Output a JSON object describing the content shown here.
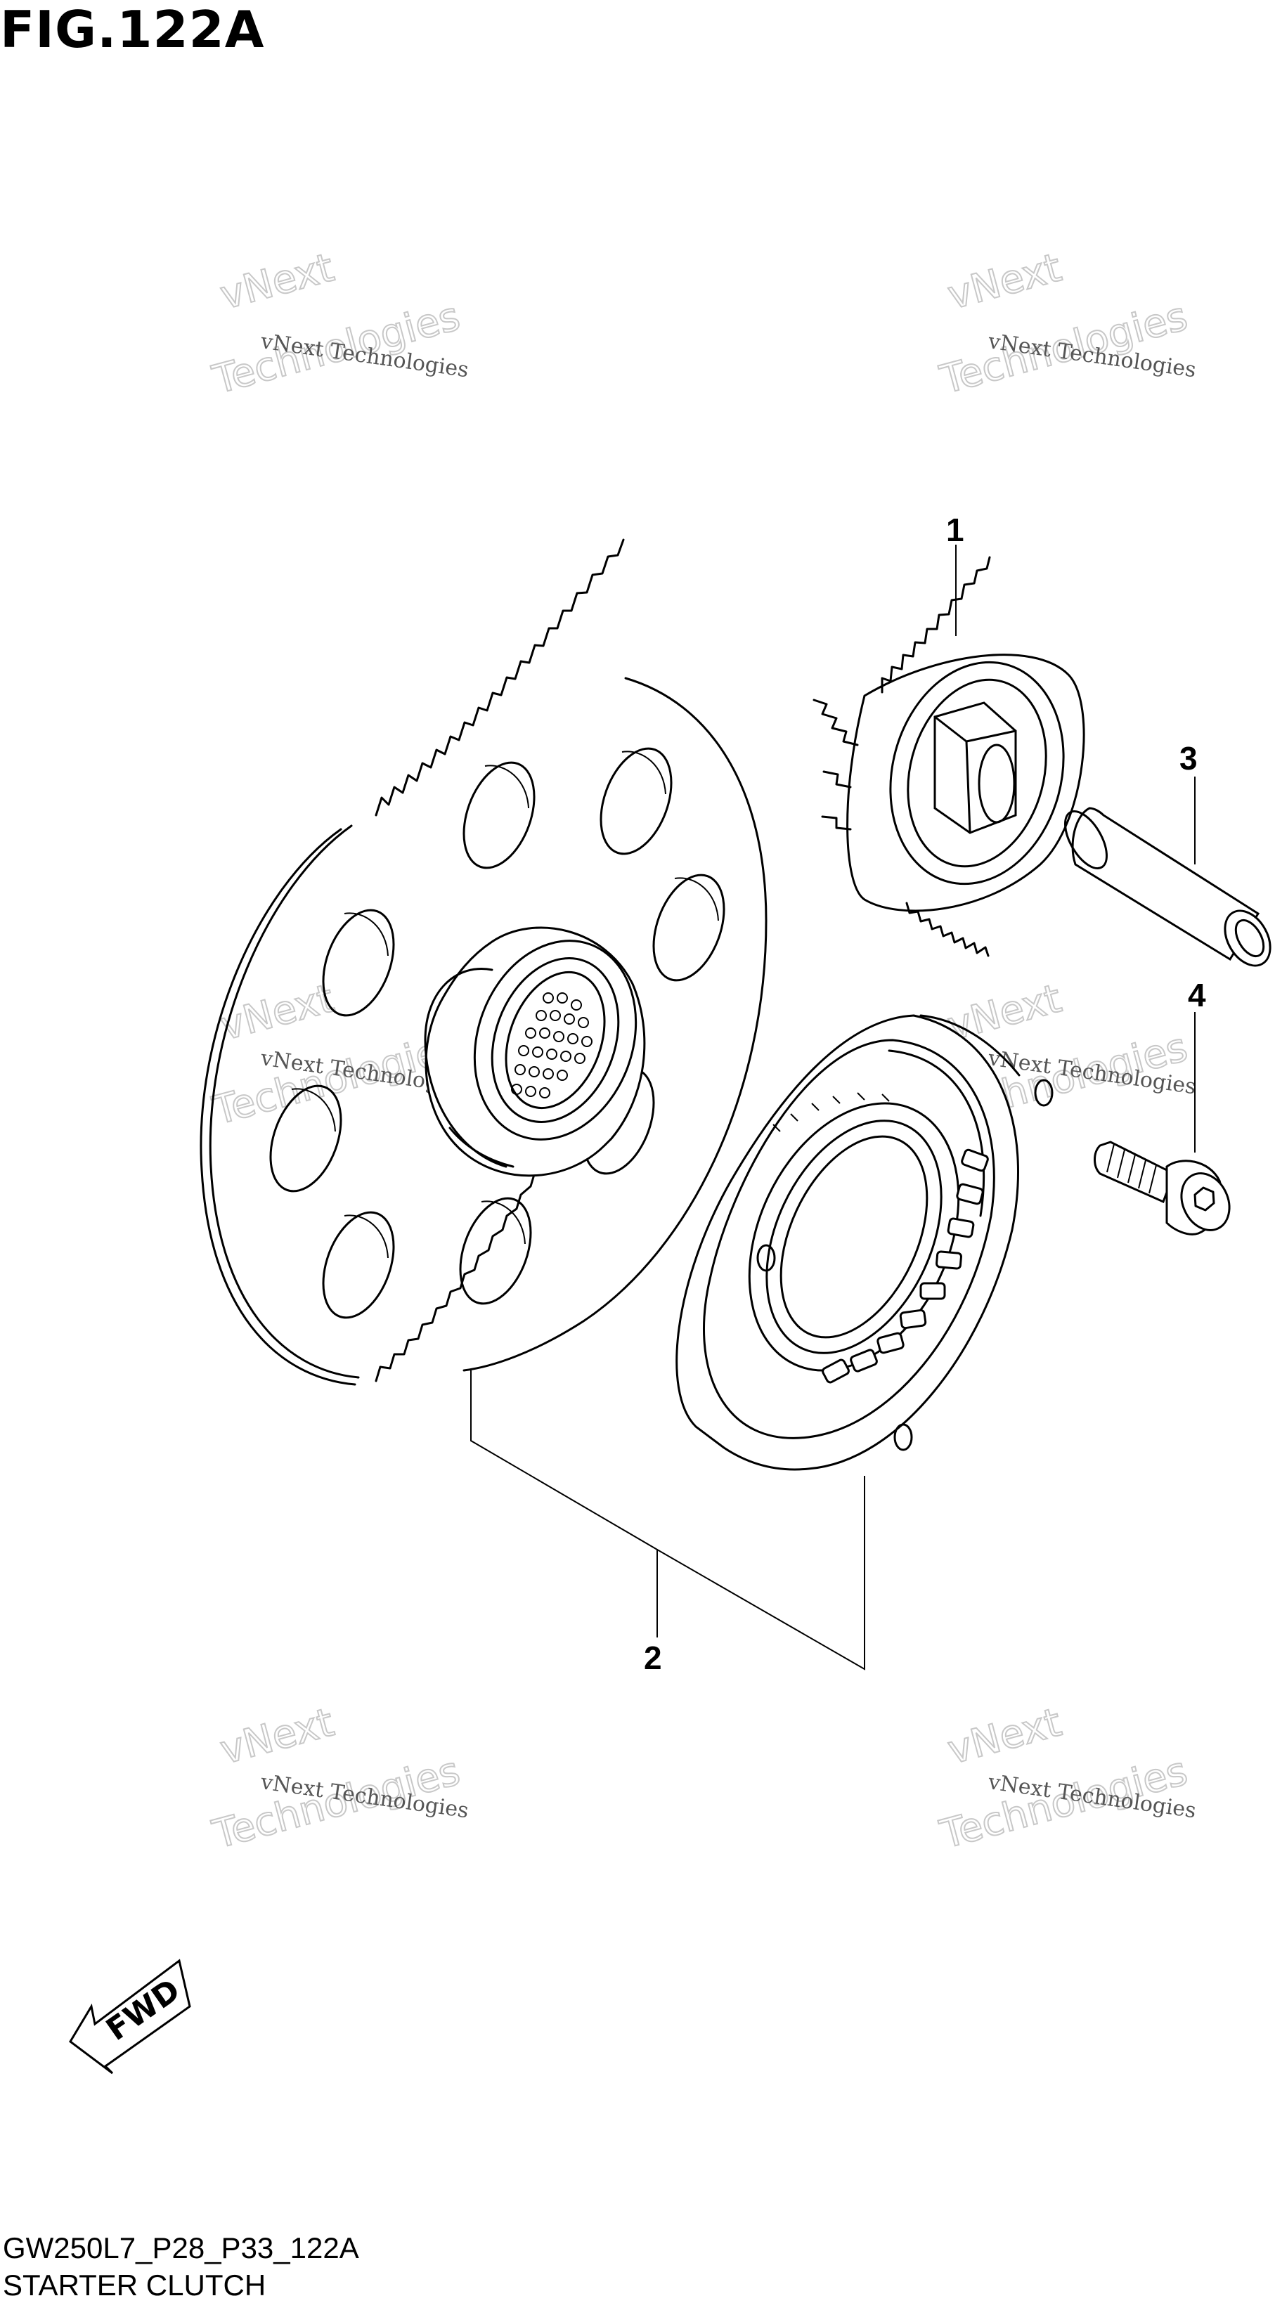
{
  "figure": {
    "title": "FIG.122A",
    "code": "GW250L7_P28_P33_122A",
    "name": "STARTER CLUTCH"
  },
  "callouts": {
    "part1": "1",
    "part2": "2",
    "part3": "3",
    "part4": "4"
  },
  "fwd_label": "FWD",
  "watermark": {
    "small": "vNext Technologies",
    "big_line1": "vNext",
    "big_line2": "Technologies"
  }
}
